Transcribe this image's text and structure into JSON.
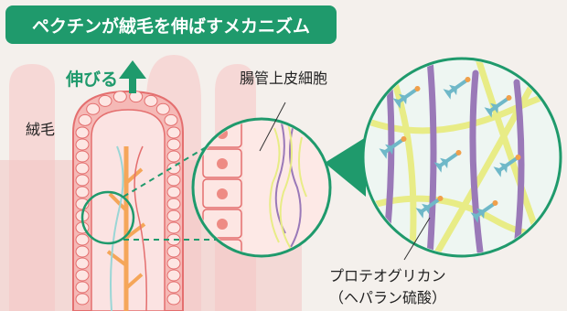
{
  "title": "ペクチンが絨毛を伸ばすメカニズム",
  "labels": {
    "grow": "伸びる",
    "villi": "絨毛",
    "epithelial_cells": "腸管上皮細胞",
    "proteoglycan": "プロテオグリカン",
    "heparan_sulfate": "（ヘパラン硫酸）"
  },
  "colors": {
    "accent": "#1f9a6c",
    "tissue_pink": "#f6c9c4",
    "cell_outline": "#e46f6f",
    "fiber_purple": "#9a79b8",
    "fiber_yellow": "#e8ec86",
    "pectin_arrow": "#6fb8c8"
  }
}
